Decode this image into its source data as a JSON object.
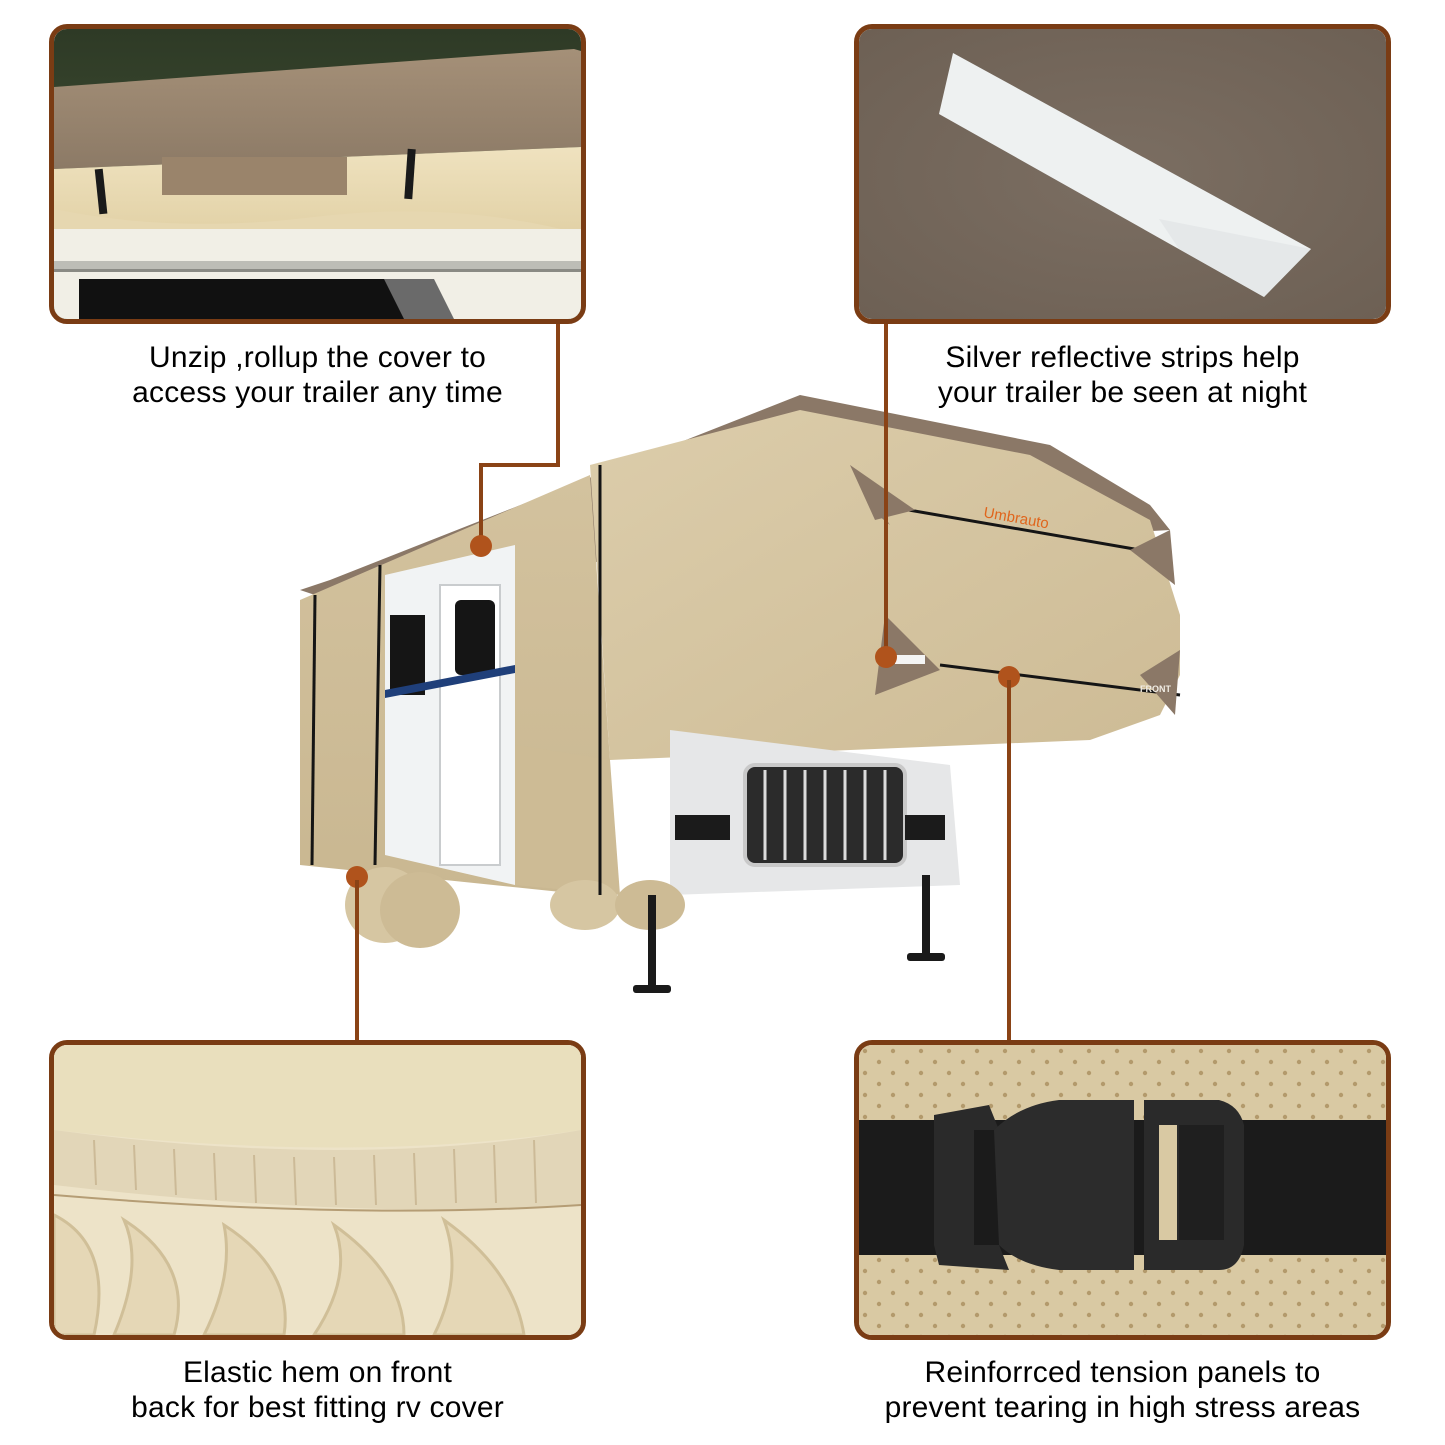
{
  "product": {
    "brand_label": "Umbrauto",
    "front_label": "FRONT",
    "subject": "fifth-wheel RV trailer cover"
  },
  "colors": {
    "frame_border": "#7a3c14",
    "connector_line": "#8a4316",
    "connector_dot": "#b0531c",
    "cover_tan": "#d6c6a4",
    "cover_brown": "#8a7766",
    "brand_orange": "#e0651c"
  },
  "features": [
    {
      "id": "rollup",
      "position": "top-left",
      "image": "rolled-up cover side panel with straps on trailer",
      "caption_lines": [
        "Unzip ,rollup the cover to",
        "access your trailer any time"
      ]
    },
    {
      "id": "reflective",
      "position": "top-right",
      "image": "silver reflective strip on brown fabric",
      "caption_lines": [
        "Silver reflective strips help",
        "your trailer be seen at night"
      ]
    },
    {
      "id": "elastic",
      "position": "bottom-left",
      "image": "elastic hem close-up",
      "caption_lines": [
        "Elastic hem on front",
        "back for best fitting rv cover"
      ]
    },
    {
      "id": "tension",
      "position": "bottom-right",
      "image": "black buckle strap on reinforced panel",
      "caption_lines": [
        "Reinforrced tension panels to",
        "prevent tearing in high stress areas"
      ]
    }
  ]
}
